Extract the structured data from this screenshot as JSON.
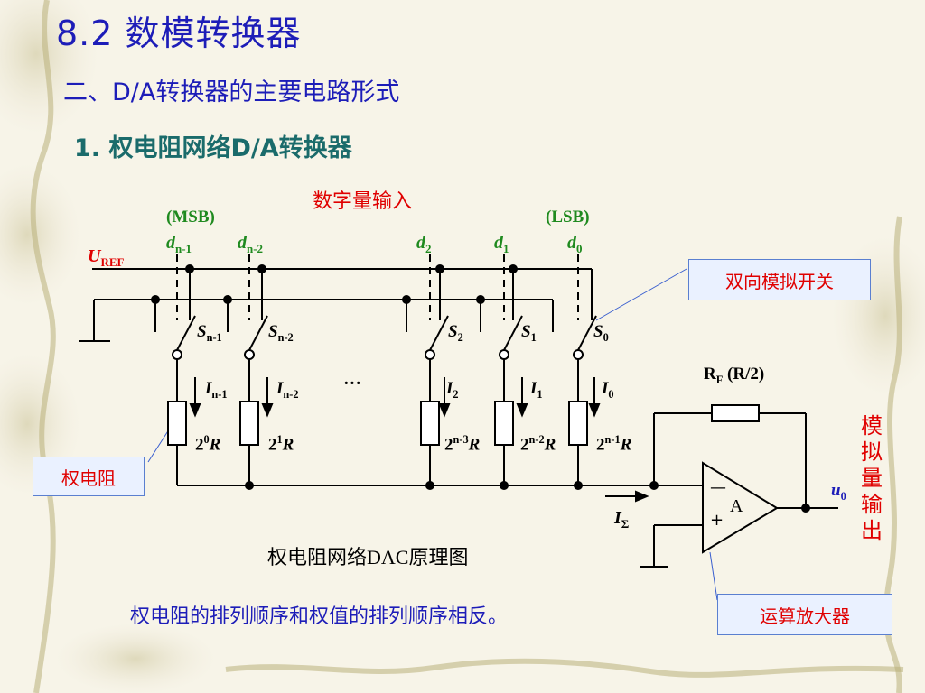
{
  "title": "8.2 数模转换器",
  "subtitle": "二、D/A转换器的主要电路形式",
  "section": "1. 权电阻网络D/A转换器",
  "diagram": {
    "digital_input_label": "数字量输入",
    "msb_label": "(MSB)",
    "lsb_label": "(LSB)",
    "uref_main": "U",
    "uref_sub": "REF",
    "bits": [
      {
        "d_main": "d",
        "d_sub": "n-1",
        "s_main": "S",
        "s_sub": "n-1",
        "i_main": "I",
        "i_sub": "n-1",
        "r_base": "2",
        "r_exp": "0",
        "r_unit": "R"
      },
      {
        "d_main": "d",
        "d_sub": "n-2",
        "s_main": "S",
        "s_sub": "n-2",
        "i_main": "I",
        "i_sub": "n-2",
        "r_base": "2",
        "r_exp": "1",
        "r_unit": "R"
      },
      {
        "d_main": "d",
        "d_sub": "2",
        "s_main": "S",
        "s_sub": "2",
        "i_main": "I",
        "i_sub": "2",
        "r_base": "2",
        "r_exp": "n-3",
        "r_unit": "R"
      },
      {
        "d_main": "d",
        "d_sub": "1",
        "s_main": "S",
        "s_sub": "1",
        "i_main": "I",
        "i_sub": "1",
        "r_base": "2",
        "r_exp": "n-2",
        "r_unit": "R"
      },
      {
        "d_main": "d",
        "d_sub": "0",
        "s_main": "S",
        "s_sub": "0",
        "i_main": "I",
        "i_sub": "0",
        "r_base": "2",
        "r_exp": "n-1",
        "r_unit": "R"
      }
    ],
    "ellipsis": "···",
    "rf_main": "R",
    "rf_sub": "F",
    "rf_value": "(R/2)",
    "opamp_label": "A",
    "opamp_minus": "—",
    "opamp_plus": "+",
    "isum_main": "I",
    "isum_sub": "Σ",
    "output_main": "u",
    "output_sub": "0",
    "output_label": "模拟量输出",
    "callout_switch": "双向模拟开关",
    "callout_resistor": "权电阻",
    "callout_opamp": "运算放大器",
    "caption": "权电阻网络DAC原理图"
  },
  "note": "权电阻的排列顺序和权值的排列顺序相反。"
}
